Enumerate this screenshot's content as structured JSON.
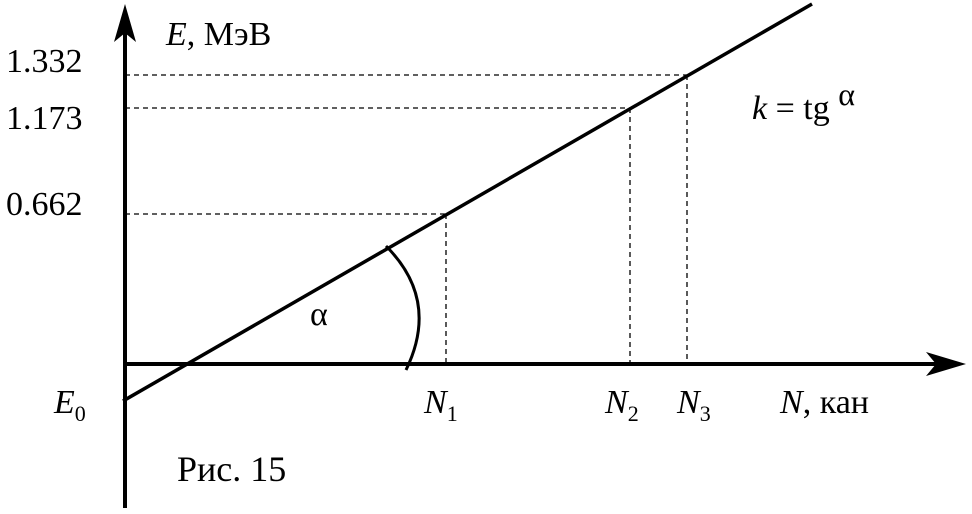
{
  "axes": {
    "y_label_var": "E",
    "y_label_unit": ", МэВ",
    "x_label_var": "N",
    "x_label_unit": ", кан"
  },
  "energies": {
    "e1": "1.332",
    "e2": "1.173",
    "e3": "0.662"
  },
  "channels": {
    "n1_var": "N",
    "n1_sub": "1",
    "n2_var": "N",
    "n2_sub": "2",
    "n3_var": "N",
    "n3_sub": "3"
  },
  "intercept": {
    "var": "E",
    "sub": "0"
  },
  "angle_label": "α",
  "formula": {
    "var": "k",
    "rest": " = tg ",
    "angle": "α"
  },
  "caption": "Рис. 15",
  "colors": {
    "ink": "#000000",
    "background": "#ffffff"
  }
}
